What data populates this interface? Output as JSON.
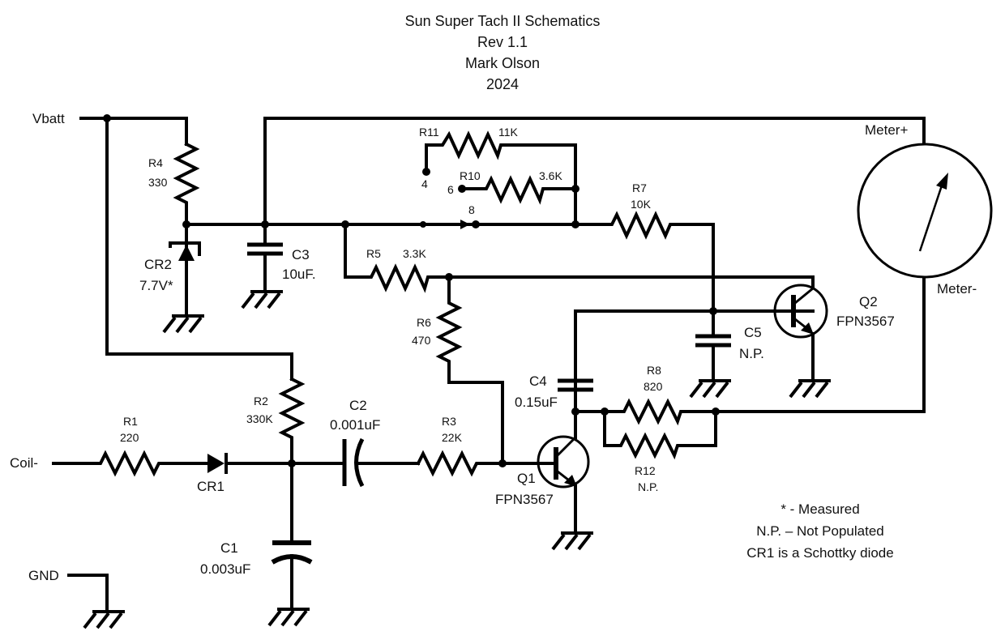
{
  "title": {
    "line1": "Sun Super Tach II Schematics",
    "line2": "Rev 1.1",
    "line3": "Mark Olson",
    "line4": "2024"
  },
  "nets": {
    "vbatt": "Vbatt",
    "coil": "Coil-",
    "gnd": "GND",
    "meter_plus": "Meter+",
    "meter_minus": "Meter-"
  },
  "components": {
    "R1": {
      "ref": "R1",
      "value": "220"
    },
    "R2": {
      "ref": "R2",
      "value": "330K"
    },
    "R3": {
      "ref": "R3",
      "value": "22K"
    },
    "R4": {
      "ref": "R4",
      "value": "330"
    },
    "R5": {
      "ref": "R5",
      "value": "3.3K"
    },
    "R6": {
      "ref": "R6",
      "value": "470"
    },
    "R7": {
      "ref": "R7",
      "value": "10K"
    },
    "R8": {
      "ref": "R8",
      "value": "820"
    },
    "R10": {
      "ref": "R10",
      "value": "3.6K"
    },
    "R11": {
      "ref": "R11",
      "value": "11K"
    },
    "R12": {
      "ref": "R12",
      "value": "N.P."
    },
    "C1": {
      "ref": "C1",
      "value": "0.003uF"
    },
    "C2": {
      "ref": "C2",
      "value": "0.001uF"
    },
    "C3": {
      "ref": "C3",
      "value": "10uF."
    },
    "C4": {
      "ref": "C4",
      "value": "0.15uF"
    },
    "C5": {
      "ref": "C5",
      "value": "N.P."
    },
    "CR1": {
      "ref": "CR1"
    },
    "CR2": {
      "ref": "CR2",
      "value": "7.7V*"
    },
    "Q1": {
      "ref": "Q1",
      "value": "FPN3567"
    },
    "Q2": {
      "ref": "Q2",
      "value": "FPN3567"
    }
  },
  "switch": {
    "pos4": "4",
    "pos6": "6",
    "pos8": "8"
  },
  "notes": {
    "line1": "* - Measured",
    "line2": "N.P. – Not Populated",
    "line3": "CR1 is a Schottky diode"
  }
}
